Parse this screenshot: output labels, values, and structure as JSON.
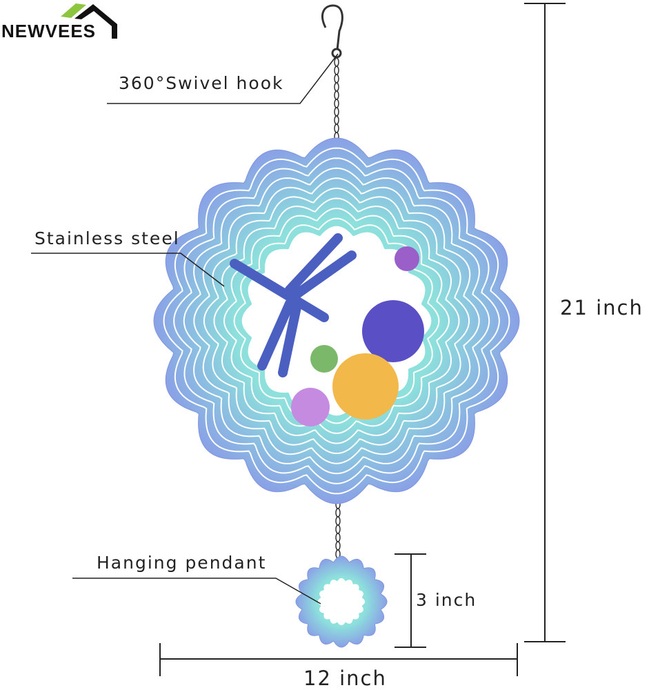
{
  "brand": {
    "logo_text": "NEWVEES",
    "leaf_color": "#8cc63f",
    "roof_color": "#111111"
  },
  "callouts": {
    "hook": "360°Swivel hook",
    "material": "Stainless steel",
    "pendant": "Hanging pendant"
  },
  "dimensions": {
    "height": "21 inch",
    "width": "12 inch",
    "pendant": "3 inch"
  },
  "colors": {
    "ring_outer": "#7f9fe0",
    "ring_inner": "#7fd6d8",
    "line": "#222222"
  }
}
